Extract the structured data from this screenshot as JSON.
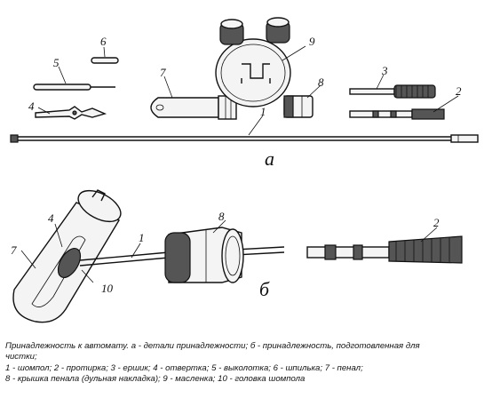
{
  "labels": {
    "n1a": "1",
    "n2a": "2",
    "n3": "3",
    "n4a": "4",
    "n5": "5",
    "n6": "6",
    "n7a": "7",
    "n8a": "8",
    "n9": "9",
    "n1b": "1",
    "n2b": "2",
    "n4b": "4",
    "n7b": "7",
    "n8b": "8",
    "n10": "10",
    "sub_a": "а",
    "sub_b": "б"
  },
  "caption": {
    "line1": "Принадлежность к автомату. а - детали принадлежности; б - принадлежность, подготовленная для",
    "line2": "чистки;",
    "line3": "1 - шомпол; 2 - протирка; 3 - ершик; 4 - отвертка; 5 - выколотка; 6 - шпилька; 7 - пенал;",
    "line4": "8 - крышка пенала (дульная накладка); 9 - масленка; 10 - головка шомпола"
  }
}
